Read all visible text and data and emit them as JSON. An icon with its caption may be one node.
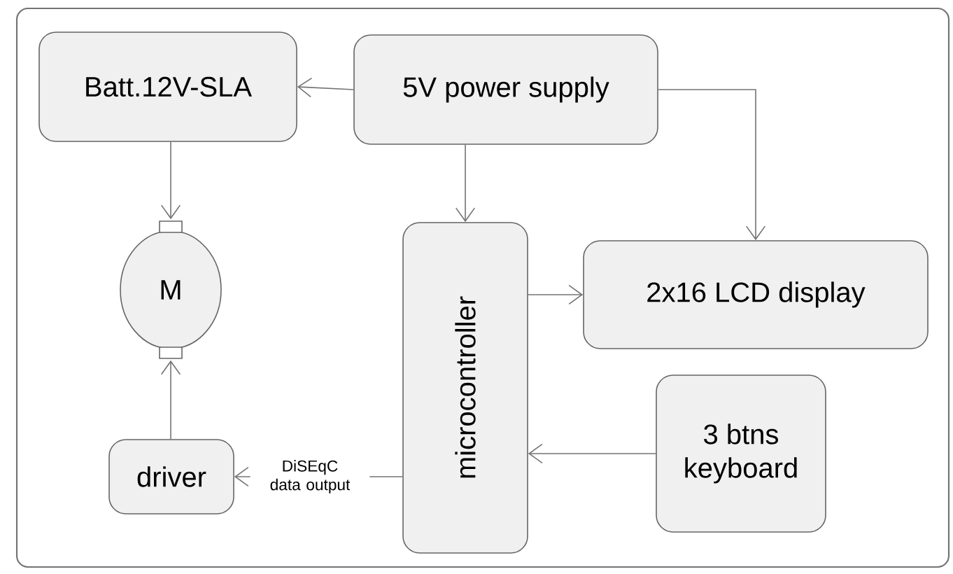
{
  "diagram": {
    "nodes": [
      {
        "text": [
          "Batt.12V-SLA"
        ]
      },
      {
        "text": [
          "5V power supply"
        ]
      },
      {
        "text": [
          "M"
        ]
      },
      {
        "text": [
          "microcontroller"
        ]
      },
      {
        "text": [
          "2x16 LCD display"
        ]
      },
      {
        "text": [
          "3 btns keyboard"
        ]
      },
      {
        "text": [
          "driver"
        ]
      }
    ],
    "edges": [
      {
        "from": 1,
        "to": 0,
        "arrow": "to"
      },
      {
        "from": 0,
        "to": 2,
        "arrow": "to"
      },
      {
        "from": 1,
        "to": 3,
        "arrow": "to"
      },
      {
        "from": 1,
        "to": 4,
        "arrow": "to"
      },
      {
        "from": 3,
        "to": 4,
        "arrow": "to"
      },
      {
        "from": 5,
        "to": 3,
        "arrow": "to"
      },
      {
        "from": 3,
        "to": 6,
        "arrow": "to",
        "label": "DiSEqC data output"
      },
      {
        "from": 6,
        "to": 2,
        "arrow": "to"
      }
    ]
  }
}
